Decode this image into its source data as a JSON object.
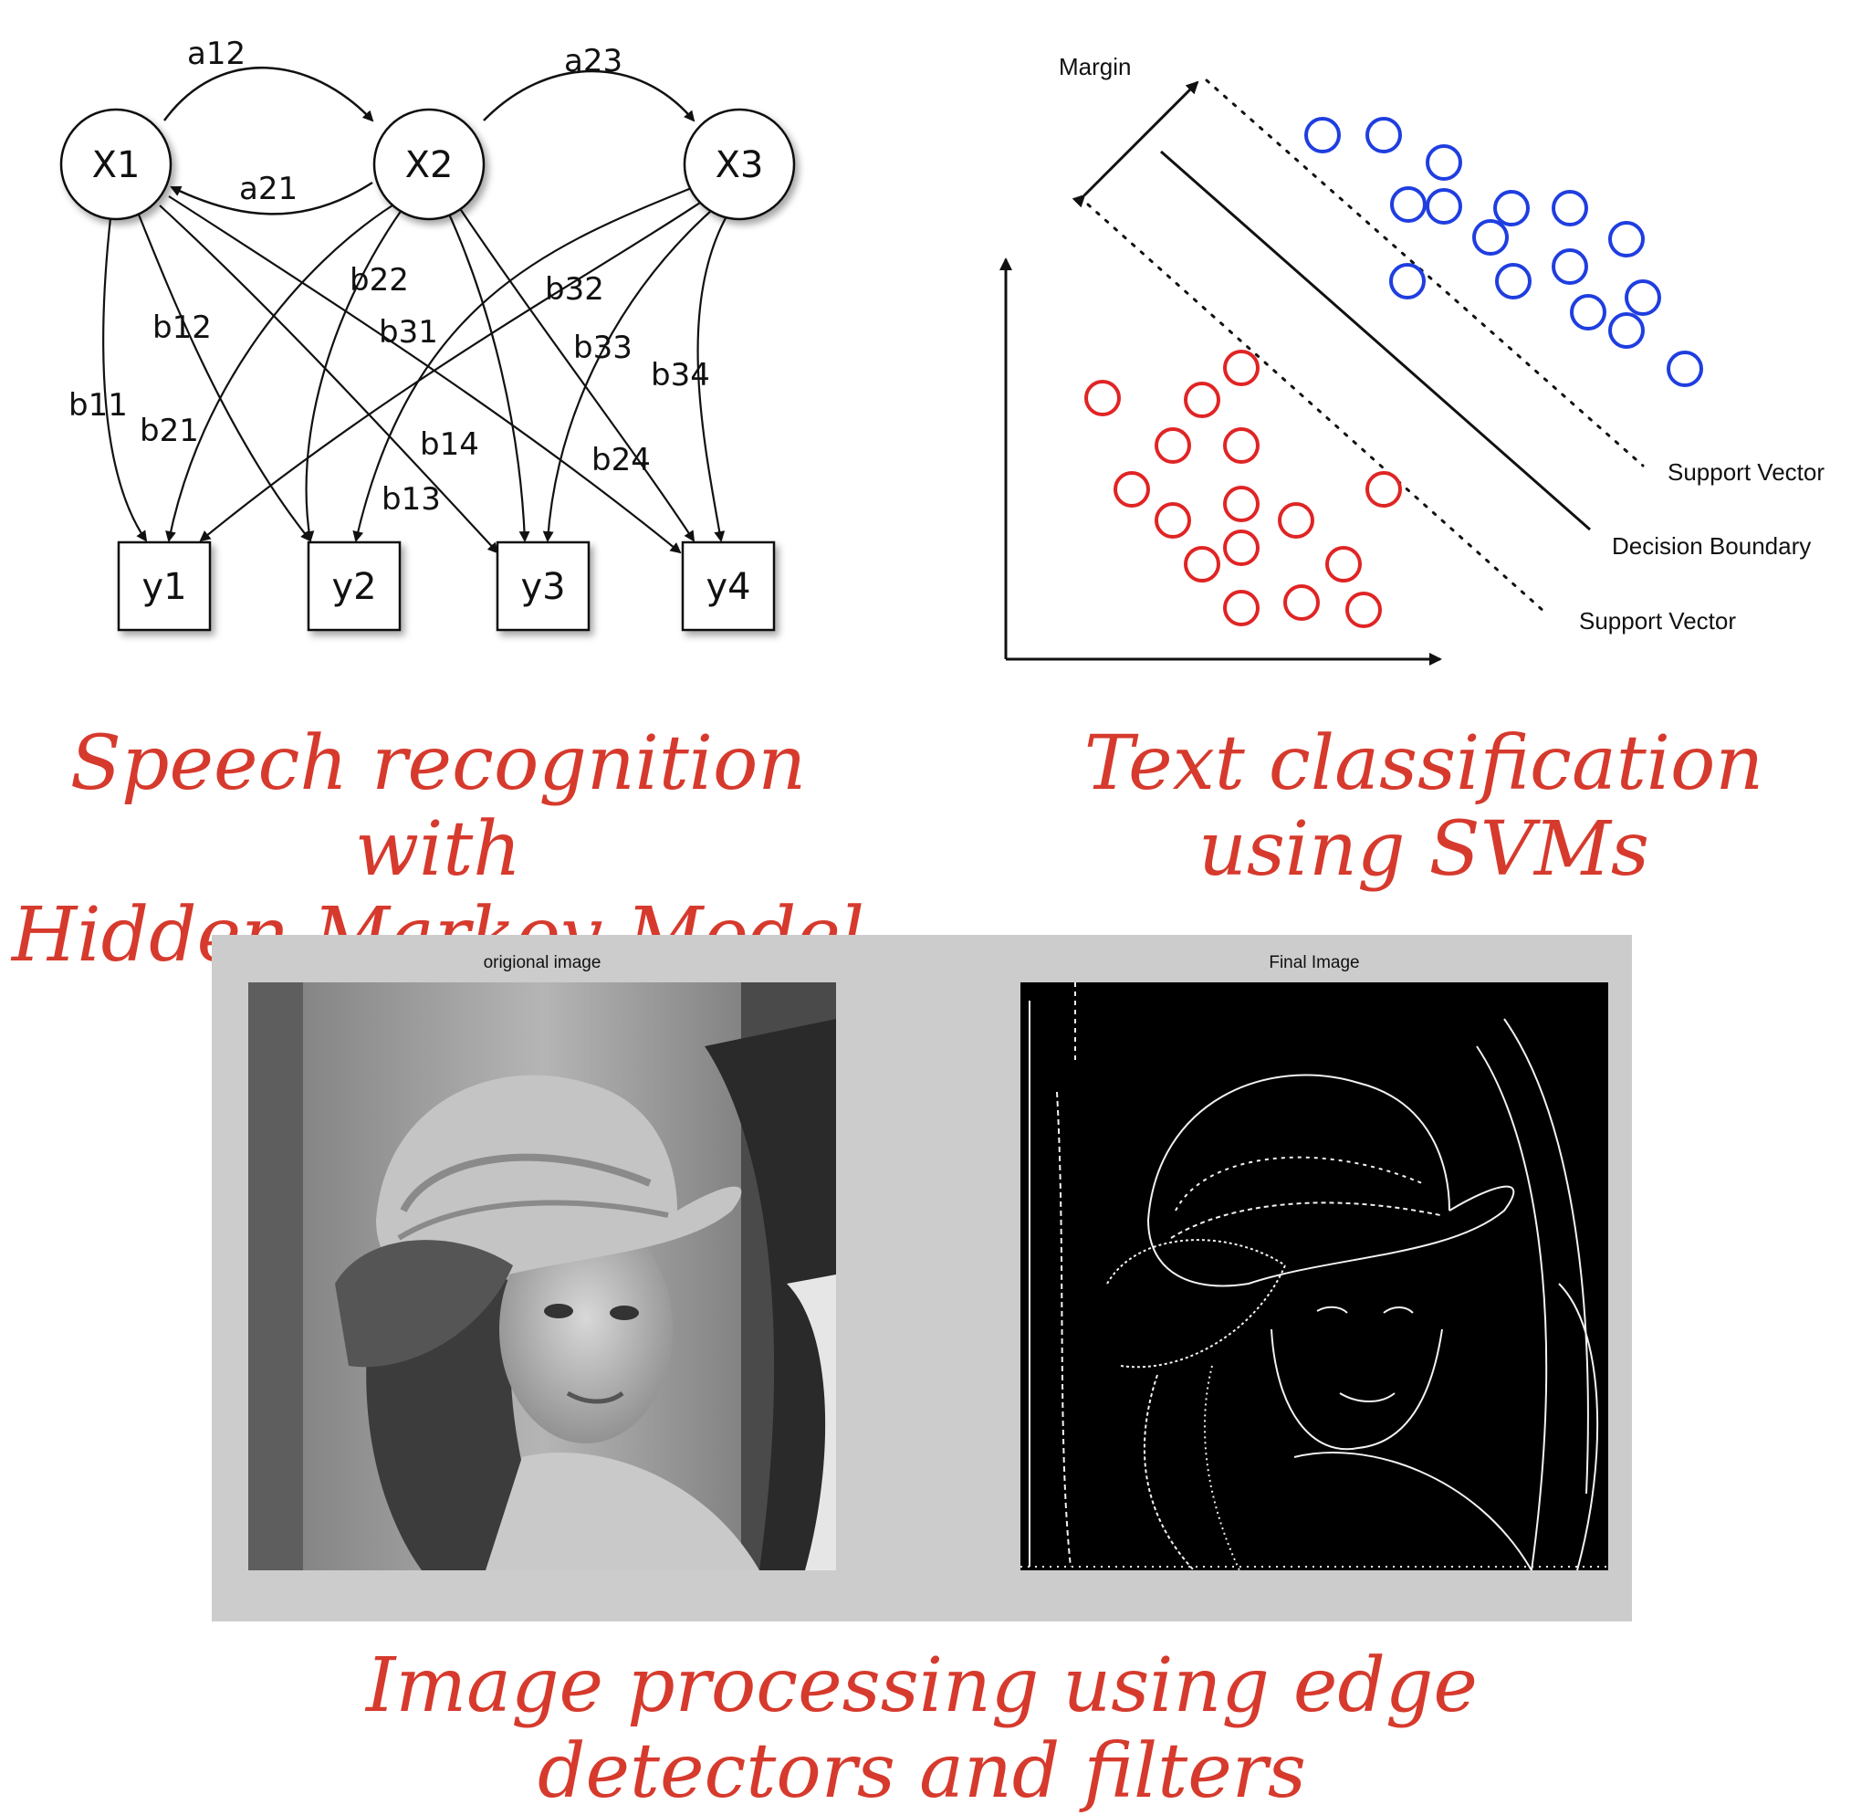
{
  "hmm": {
    "states": [
      "X1",
      "X2",
      "X3"
    ],
    "observations": [
      "y1",
      "y2",
      "y3",
      "y4"
    ],
    "transitions": [
      "a12",
      "a21",
      "a23"
    ],
    "emissions": [
      "b11",
      "b12",
      "b13",
      "b14",
      "b21",
      "b22",
      "b24",
      "b31",
      "b32",
      "b33",
      "b34"
    ]
  },
  "svm": {
    "margin_label": "Margin",
    "support_vector_top": "Support Vector",
    "decision_boundary": "Decision Boundary",
    "support_vector_bottom": "Support Vector",
    "colors": {
      "class_a": "#1f3ee0",
      "class_b": "#e02424"
    }
  },
  "image_panel": {
    "original_title": "origional image",
    "final_title": "Final Image"
  },
  "captions": {
    "hmm_line1": "Speech recognition with",
    "hmm_line2": "Hidden Markov Model",
    "svm_line1": "Text classification",
    "svm_line2": "using SVMs",
    "img_line1": "Image processing using edge",
    "img_line2": "detectors and filters"
  },
  "colors": {
    "caption": "#d63a2d"
  }
}
